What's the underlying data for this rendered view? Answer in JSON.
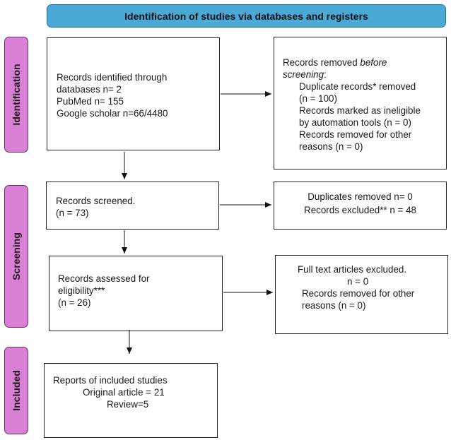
{
  "header": {
    "title": "Identification of studies via databases and registers"
  },
  "phases": {
    "identification": "Identification",
    "screening": "Screening",
    "included": "Included"
  },
  "boxes": {
    "identified": {
      "lines": [
        "Records identified through",
        "databases n= 2",
        "PubMed n= 155",
        "Google scholar n=66/4480"
      ]
    },
    "removed_before": {
      "line1_prefix": "Records removed ",
      "line1_italic": "before",
      "line2_italic": "screening",
      "line2_suffix": ":",
      "items": [
        "Duplicate records* removed",
        "(n = 100)",
        "Records marked as ineligible",
        "by automation tools (n = 0)",
        "Records removed for other",
        "reasons (n = 0)"
      ]
    },
    "screened": {
      "lines": [
        "Records screened.",
        "(n = 73)"
      ]
    },
    "excluded": {
      "lines": [
        "Duplicates removed n= 0",
        "Records excluded** n = 48"
      ]
    },
    "eligibility": {
      "lines": [
        "Records assessed for",
        "eligibility***",
        "(n = 26)"
      ]
    },
    "fulltext_excluded": {
      "lines": [
        "Full text articles excluded.",
        "n = 0",
        "Records removed for other",
        "reasons (n = 0)"
      ]
    },
    "included": {
      "lines": [
        "Reports of included studies",
        "Original article = 21",
        "Review=5"
      ]
    }
  }
}
